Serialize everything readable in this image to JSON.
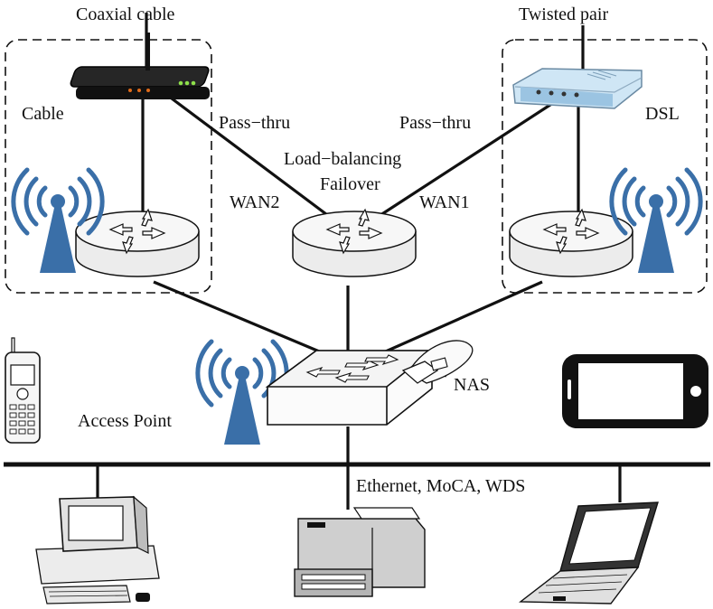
{
  "labels": {
    "coaxial_cable": "Coaxial cable",
    "twisted_pair": "Twisted pair",
    "cable": "Cable",
    "dsl": "DSL",
    "pass_thru_left": "Pass−thru",
    "pass_thru_right": "Pass−thru",
    "load_balancing": "Load−balancing",
    "failover": "Failover",
    "wan2": "WAN2",
    "wan1": "WAN1",
    "nas": "NAS",
    "access_point": "Access Point",
    "lan_media": "Ethernet, MoCA, WDS"
  },
  "colors": {
    "wifi_blue": "#3a6fa8",
    "line": "#111111",
    "router_fill": "#f2f2f2",
    "cable_modem": "#1a1a1a",
    "dsl_modem": "#cfe6f5"
  },
  "icons": [
    "cable-modem-icon",
    "dsl-modem-icon",
    "router-icon",
    "wifi-antenna-icon",
    "switch-icon",
    "nas-icon",
    "cell-phone-icon",
    "smartphone-icon",
    "desktop-computer-icon",
    "printer-icon",
    "laptop-icon"
  ]
}
